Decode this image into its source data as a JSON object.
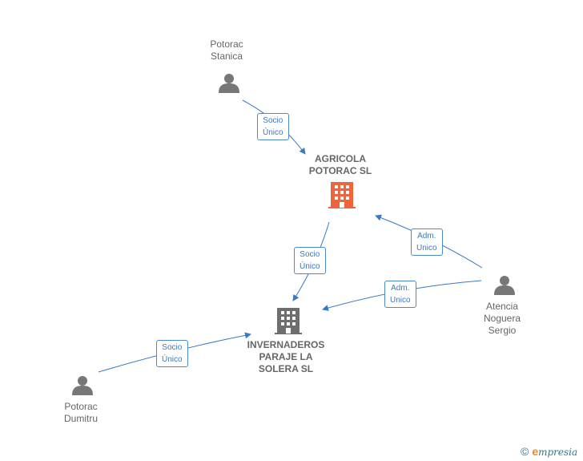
{
  "nodes": {
    "stanica": {
      "name": "Potorac\nStanica",
      "type": "person"
    },
    "dumitru": {
      "name": "Potorac\nDumitru",
      "type": "person"
    },
    "atencia": {
      "name": "Atencia\nNoguera\nSergio",
      "type": "person"
    },
    "agricola": {
      "name": "AGRICOLA\nPOTORAC  SL",
      "type": "company",
      "color": "#f0643c"
    },
    "invernaderos": {
      "name": "INVERNADEROS\nPARAJE LA\nSOLERA  SL",
      "type": "company",
      "color": "#6e6e6e"
    }
  },
  "edges": {
    "stanica_agricola": "Socio\nÚnico",
    "agricola_invernaderos": "Socio\nÚnico",
    "dumitru_invernaderos": "Socio\nÚnico",
    "atencia_agricola": "Adm.\nUnico",
    "atencia_invernaderos": "Adm.\nUnico"
  },
  "colors": {
    "edge": "#3a78c4",
    "person": "#777777"
  },
  "icons": {
    "person": "person-icon",
    "company": "building-icon"
  },
  "footer": {
    "copyright": "©",
    "brand_initial": "e",
    "brand_rest": "mpresia"
  }
}
